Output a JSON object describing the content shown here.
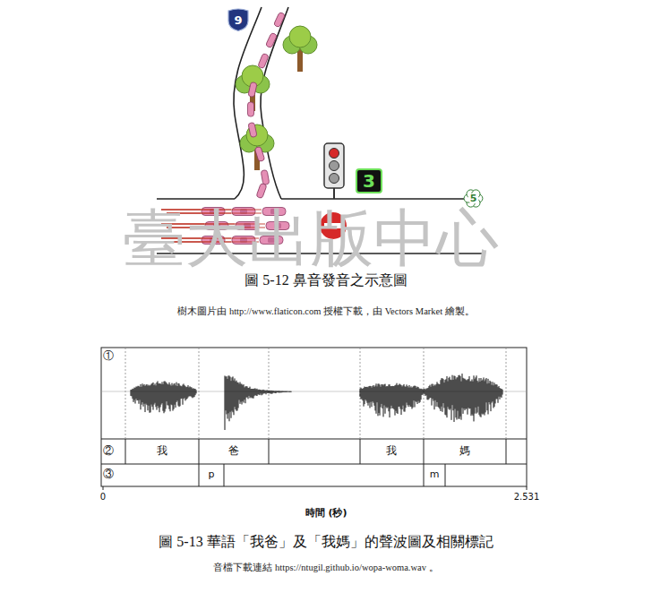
{
  "diagram": {
    "nodes": [
      {
        "text": [
          "9"
        ]
      },
      {
        "text": [
          "3"
        ]
      },
      {
        "text": [
          "5"
        ]
      }
    ],
    "labels": [
      "臺大出版中心",
      "圖 5-12 鼻音發音之示意圖",
      "樹木圖片由 http://www.flaticon.com 授權下載，由 Vectors Market 繪製。",
      "①",
      "②",
      "③",
      "我",
      "爸",
      "我",
      "媽",
      "p",
      "m",
      "0",
      "2.531",
      "時間 (秒)",
      "圖 5-13 華語「我爸」及「我媽」的聲波圖及相關標記",
      "音檔下載連結 https://ntugil.github.io/wopa-woma.wav 。"
    ]
  }
}
